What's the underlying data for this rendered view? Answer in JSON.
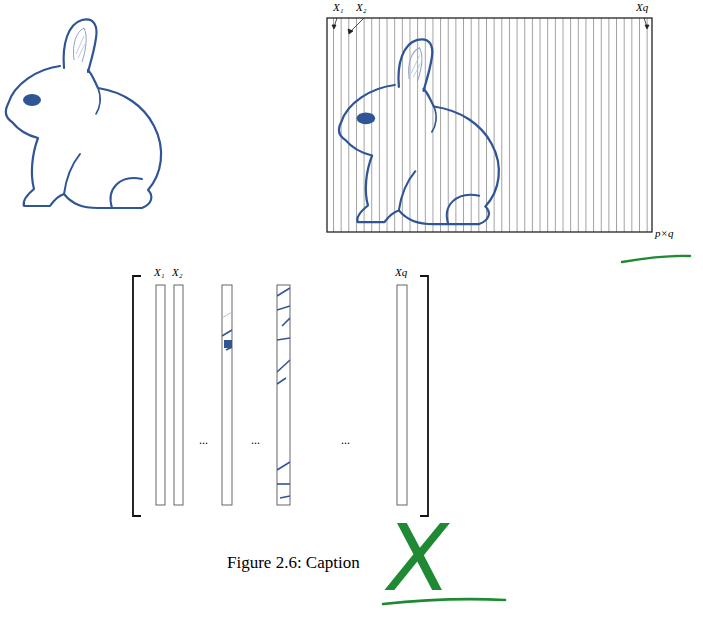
{
  "diagram": {
    "caption": "Figure 2.6: Caption",
    "labels": [
      "X₁",
      "X₂",
      "Xq",
      "p×q",
      "X₁",
      "X₂",
      "Xq",
      "...",
      "...",
      "...",
      "X"
    ]
  }
}
